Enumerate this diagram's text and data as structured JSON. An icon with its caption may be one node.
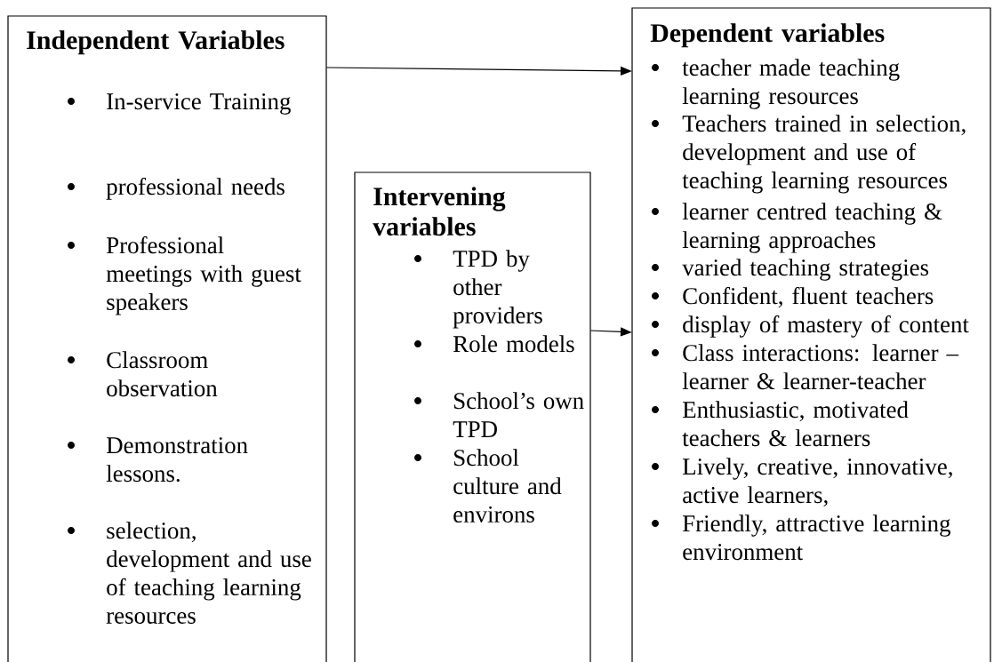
{
  "diagram": {
    "nodes": [
      {
        "text": [
          "Independent Variables",
          "In-service Training",
          "professional needs",
          "Professional meetings with guest speakers",
          "Classroom observation",
          "Demonstration lessons.",
          "selection, development and use of teaching learning resources"
        ]
      },
      {
        "text": [
          "Intervening variables",
          "TPD by other providers",
          "Role models",
          "School’s own TPD",
          "School culture and environs"
        ]
      },
      {
        "text": [
          "Dependent variables",
          "teacher made teaching learning resources",
          "Teachers trained in selection, development and use of teaching learning resources",
          "learner centred teaching & learning approaches",
          "varied teaching strategies",
          "Confident, fluent teachers",
          "display of mastery of content",
          "Class interactions: learner – learner & learner-teacher",
          "Enthusiastic, motivated teachers & learners",
          "Lively, creative, innovative, active learners,",
          "Friendly, attractive learning environment"
        ]
      }
    ],
    "edges": [
      {
        "from": 0,
        "to": 2,
        "arrow": "to"
      },
      {
        "from": 1,
        "to": 2,
        "arrow": "to"
      }
    ]
  }
}
